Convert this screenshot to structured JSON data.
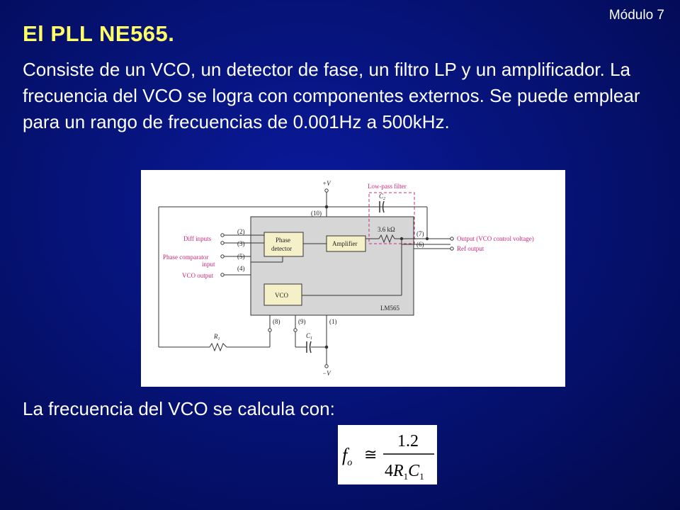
{
  "slide": {
    "module_label": "Módulo 7",
    "title": "El PLL NE565.",
    "body": "Consiste de un VCO, un detector de fase, un filtro LP y un amplificador. La frecuencia del VCO se logra con componentes externos. Se puede emplear para un rango de frecuencias de 0.001Hz a 500kHz.",
    "caption": "La frecuencia del VCO se calcula con:"
  },
  "diagram": {
    "supply_pos": "+V",
    "supply_neg": "−V",
    "lowpass_label": "Low-pass filter",
    "c2": "C",
    "c2_sub": "2",
    "res_value": "3.6 kΩ",
    "pin10": "(10)",
    "pin2": "(2)",
    "pin3": "(3)",
    "pin5": "(5)",
    "pin4": "(4)",
    "pin7": "(7)",
    "pin6": "(6)",
    "pin8": "(8)",
    "pin9": "(9)",
    "pin1": "(1)",
    "diff_inputs": "Diff inputs",
    "phase_comp_1": "Phase comparator",
    "phase_comp_2": "input",
    "vco_output": "VCO output",
    "phase_det_1": "Phase",
    "phase_det_2": "detector",
    "amplifier": "Amplifier",
    "vco": "VCO",
    "chip": "LM565",
    "output_label": "Output (VCO control voltage)",
    "ref_output": "Ref output",
    "r1": "R",
    "r1_sub": "1",
    "c1": "C",
    "c1_sub": "1"
  },
  "formula": {
    "lhs": "f",
    "lhs_sub": "o",
    "approx": "≅",
    "numerator": "1.2",
    "den_coef": "4",
    "den_r": "R",
    "den_r_sub": "1",
    "den_c": "C",
    "den_c_sub": "1"
  },
  "colors": {
    "background": "#061378",
    "title": "#ffff66",
    "text": "#ffffff",
    "block_fill": "#f5f0c8",
    "chip_fill": "#d6d6d6",
    "filter_pink": "#d0287a"
  }
}
